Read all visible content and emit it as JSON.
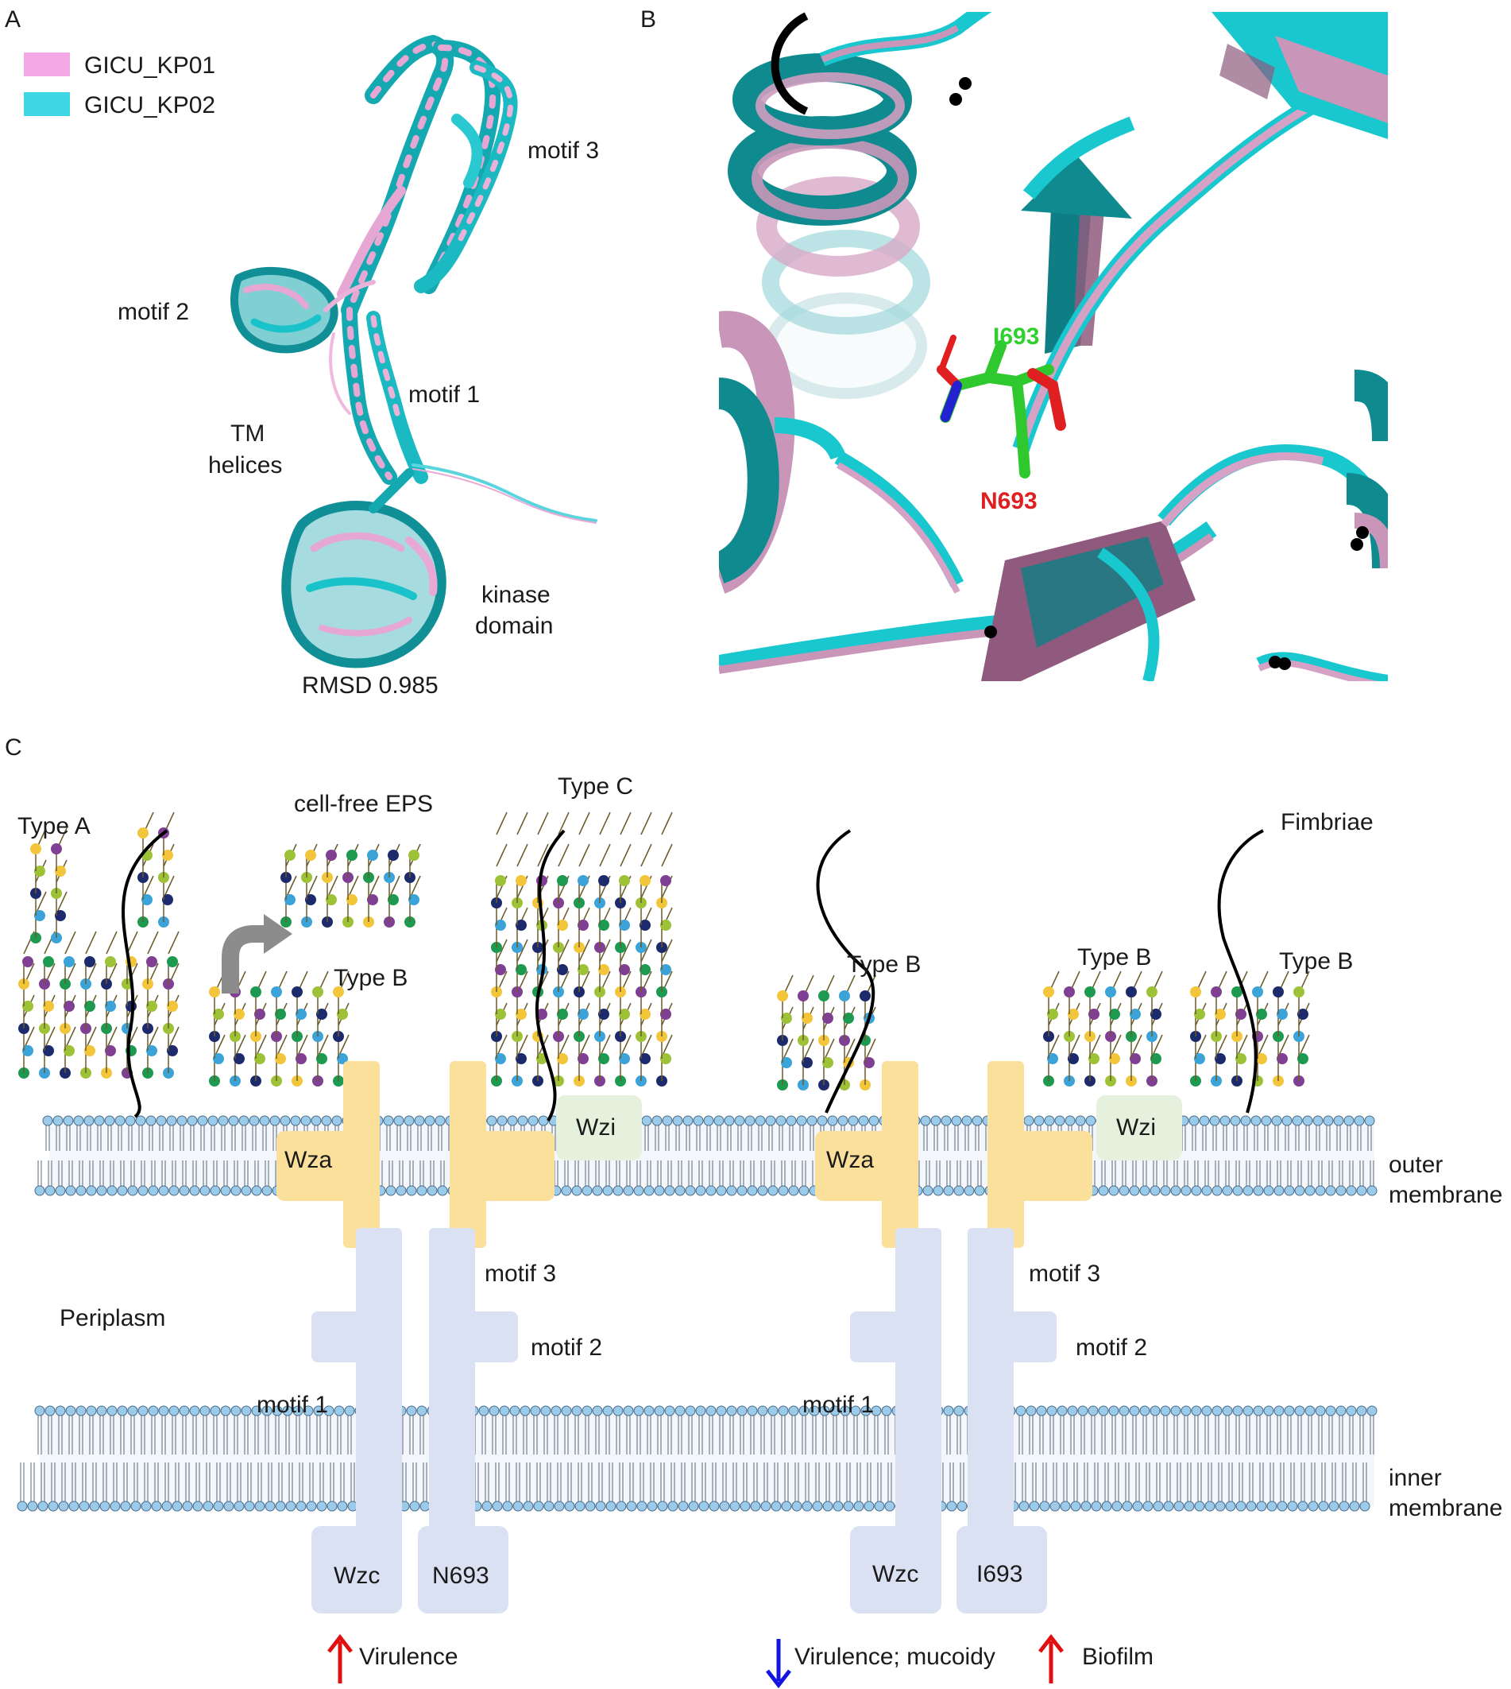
{
  "colors": {
    "kp01": "#f4a9e6",
    "kp02": "#3fd6e6",
    "teal_dark": "#0e8f93",
    "cyan": "#19c7cf",
    "pink_mauve": "#c996b9",
    "mauve_dark": "#8f5a7e",
    "wza_yellow": "#fbe09b",
    "wzc_blue": "#d9e1f2",
    "wzi_green": "#e5f1dc",
    "lipid_head": "#9ccbea",
    "sugar_yellow": "#f2c53a",
    "sugar_purple": "#7f3f93",
    "sugar_lime": "#9ec237",
    "sugar_green": "#1d9a4f",
    "sugar_blue": "#3ba3d8",
    "sugar_navy": "#1d2a6c",
    "arrow_up_red": "#e01010",
    "arrow_down_blue": "#1414e0",
    "gray_arrow": "#8c8c8c"
  },
  "panelA": {
    "letter": "A",
    "legend": [
      {
        "label": "GICU_KP01",
        "color_key": "kp01"
      },
      {
        "label": "GICU_KP02",
        "color_key": "kp02"
      }
    ],
    "labels": {
      "motif3": "motif 3",
      "motif2": "motif 2",
      "motif1": "motif 1",
      "tm_line1": "TM",
      "tm_line2": "helices",
      "kinase_line1": "kinase",
      "kinase_line2": "domain",
      "rmsd": "RMSD 0.985"
    }
  },
  "panelB": {
    "letter": "B",
    "residue_wt": "I693",
    "residue_mut": "N693"
  },
  "panelC": {
    "letter": "C",
    "labels": {
      "type_a": "Type A",
      "cell_free": "cell-free EPS",
      "type_c": "Type C",
      "fimbriae": "Fimbriae",
      "type_b1": "Type B",
      "type_b2": "Type B",
      "type_b3": "Type B",
      "type_b4": "Type B",
      "wza_left": "Wza",
      "wza_right": "Wza",
      "wzi_left": "Wzi",
      "wzi_right": "Wzi",
      "outer_line1": "outer",
      "outer_line2": "membrane",
      "periplasm": "Periplasm",
      "motif3_left": "motif 3",
      "motif2_left": "motif 2",
      "motif1_left": "motif 1",
      "motif3_right": "motif 3",
      "motif2_right": "motif 2",
      "motif1_right": "motif 1",
      "inner_line1": "inner",
      "inner_line2": "membrane",
      "wzc_left": "Wzc",
      "n693": "N693",
      "wzc_right": "Wzc",
      "i693": "I693",
      "virulence_left": "Virulence",
      "virulence_mucoidy": "Virulence;  mucoidy",
      "biofilm": "Biofilm"
    }
  }
}
